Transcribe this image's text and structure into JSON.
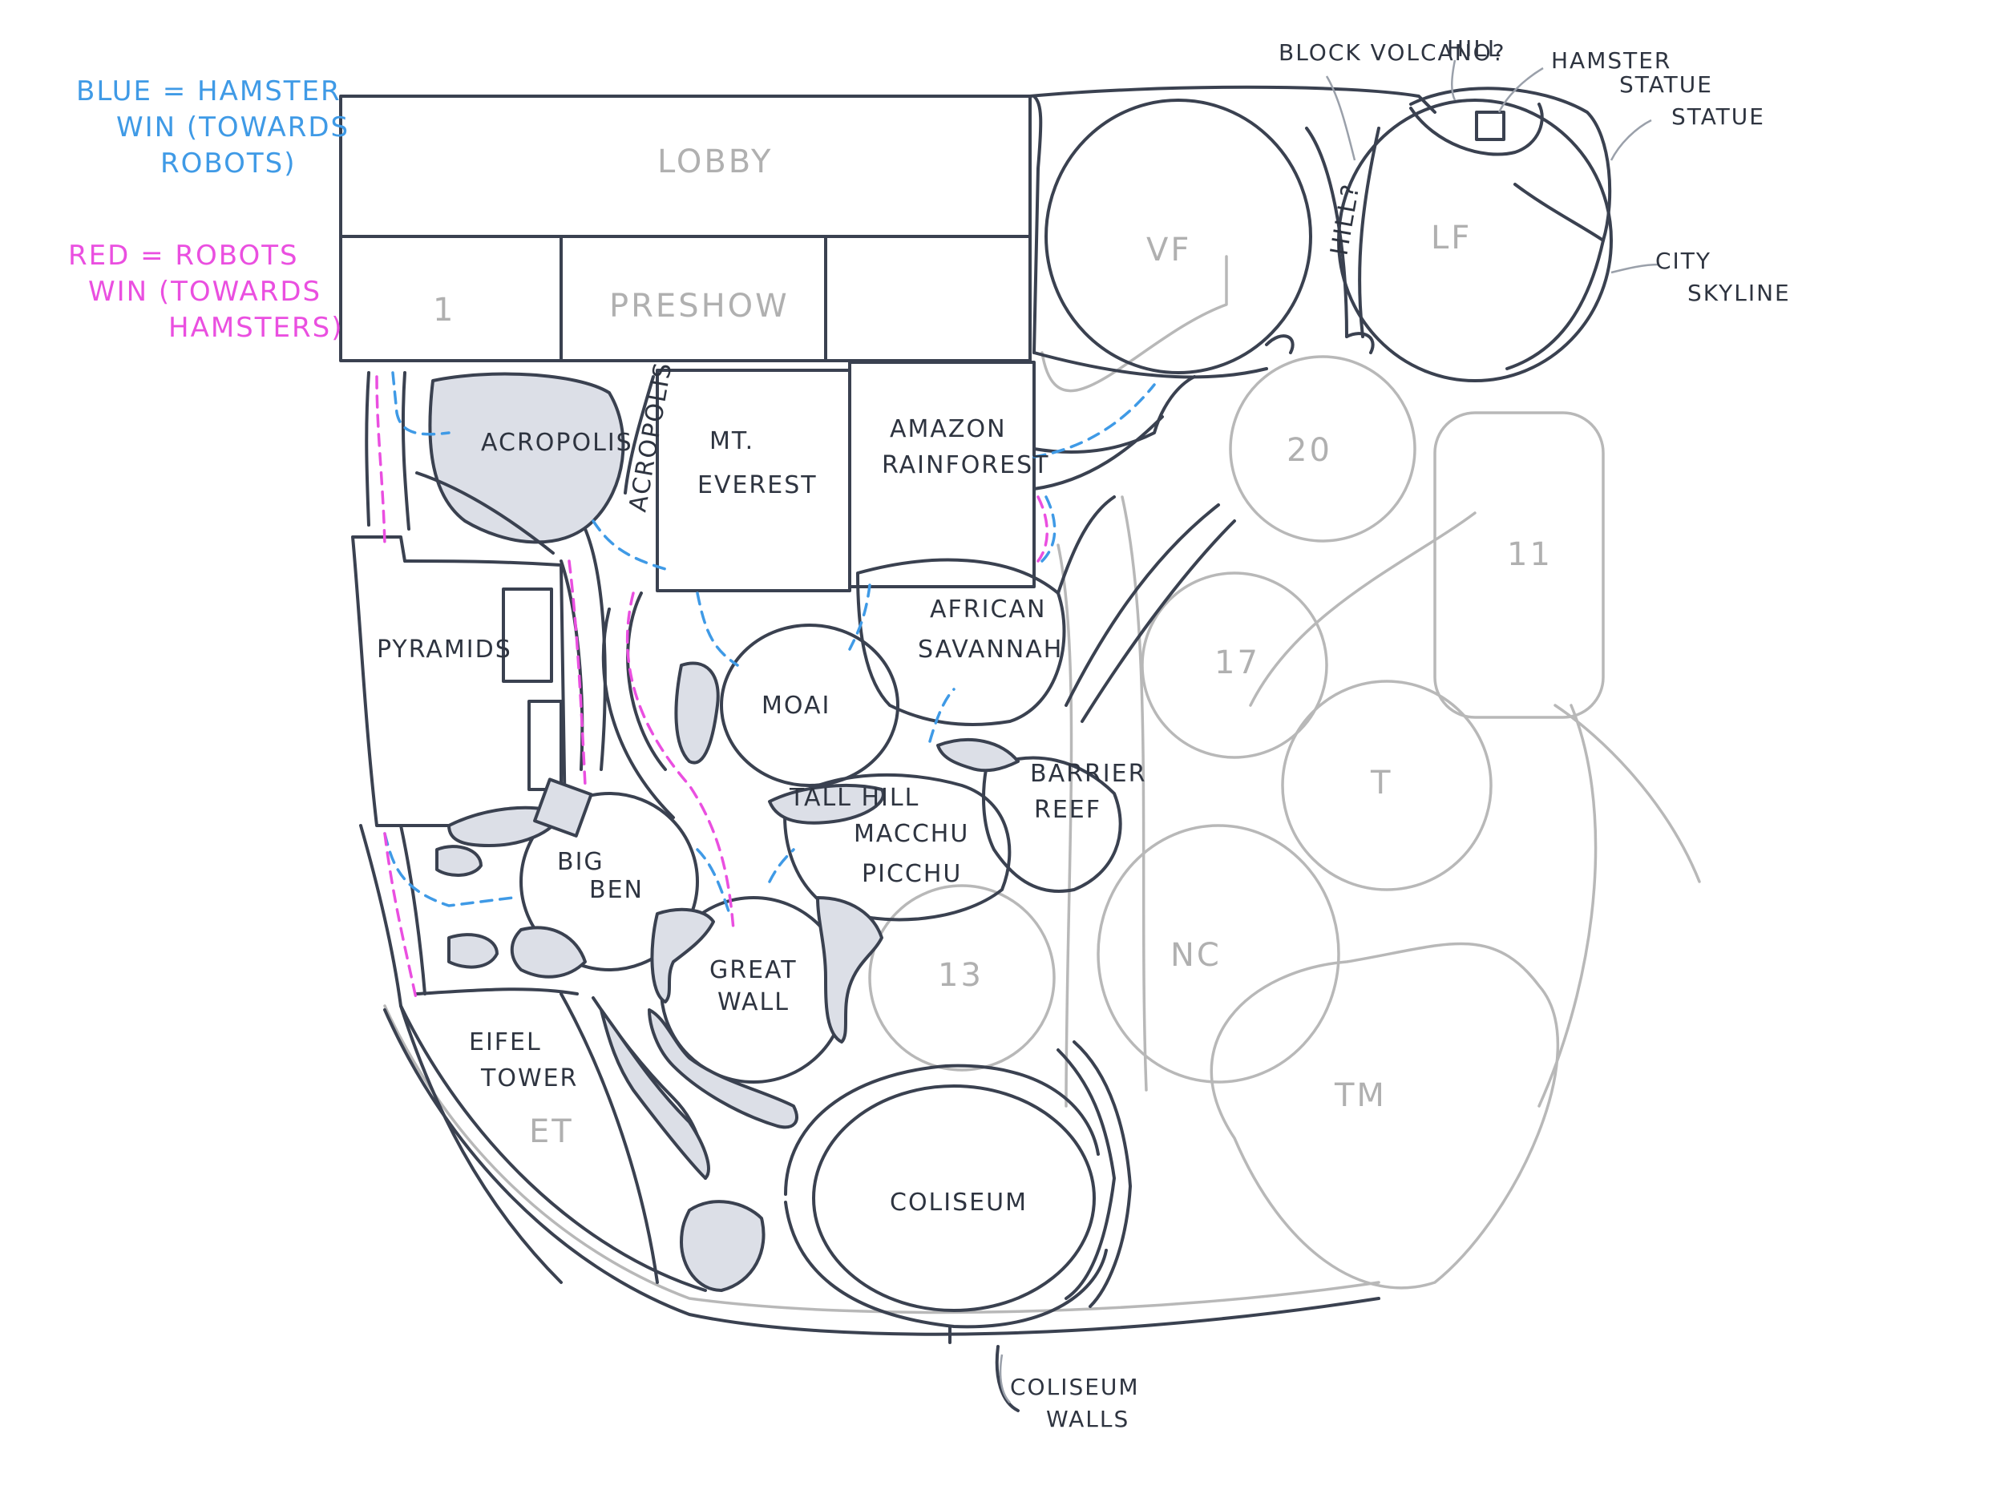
{
  "legend": {
    "blue": [
      "BLUE = HAMSTER",
      "WIN (TOWARDS",
      "ROBOTS)"
    ],
    "red": [
      "RED = ROBOTS",
      "WIN (TOWARDS",
      "HAMSTERS)"
    ],
    "blue_color": "#3f9ae6",
    "red_color": "#ea4fe0"
  },
  "rooms": {
    "lobby": "LOBBY",
    "room_1": "1",
    "preshow": "PRESHOW",
    "vf": "VF",
    "lf": "LF",
    "acropolis": "ACROPOLIS",
    "acropolis_tunnel": "ACROPOLIS",
    "mt_everest": [
      "MT.",
      "EVEREST"
    ],
    "amazon_rainforest": [
      "AMAZON",
      "RAINFOREST"
    ],
    "pyramids": "PYRAMIDS",
    "moai": "MOAI",
    "african_savannah": [
      "AFRICAN",
      "SAVANNAH"
    ],
    "tall_hill": "TALL HILL",
    "machu_picchu": [
      "MACCHU",
      "PICCHU"
    ],
    "barrier_reef": [
      "BARRIER",
      "REEF"
    ],
    "big_ben": [
      "BIG",
      "BEN"
    ],
    "great_wall": [
      "GREAT",
      "WALL"
    ],
    "eifel_tower": [
      "EIFEL",
      "TOWER"
    ],
    "et": "ET",
    "coliseum": "COLISEUM",
    "room_20": "20",
    "room_17": "17",
    "room_11": "11",
    "room_t": "T",
    "room_nc": "NC",
    "room_13": "13",
    "room_tm": "TM",
    "hill_q": "HILL?"
  },
  "annotations": {
    "block_volcano": "BLOCK VOLCANO?",
    "hill": "HILL",
    "hamster_statue": [
      "HAMSTER",
      "STATUE"
    ],
    "statue": "STATUE",
    "city_skyline": [
      "CITY",
      "SKYLINE"
    ],
    "coliseum_walls": [
      "COLISEUM",
      "WALLS"
    ]
  }
}
